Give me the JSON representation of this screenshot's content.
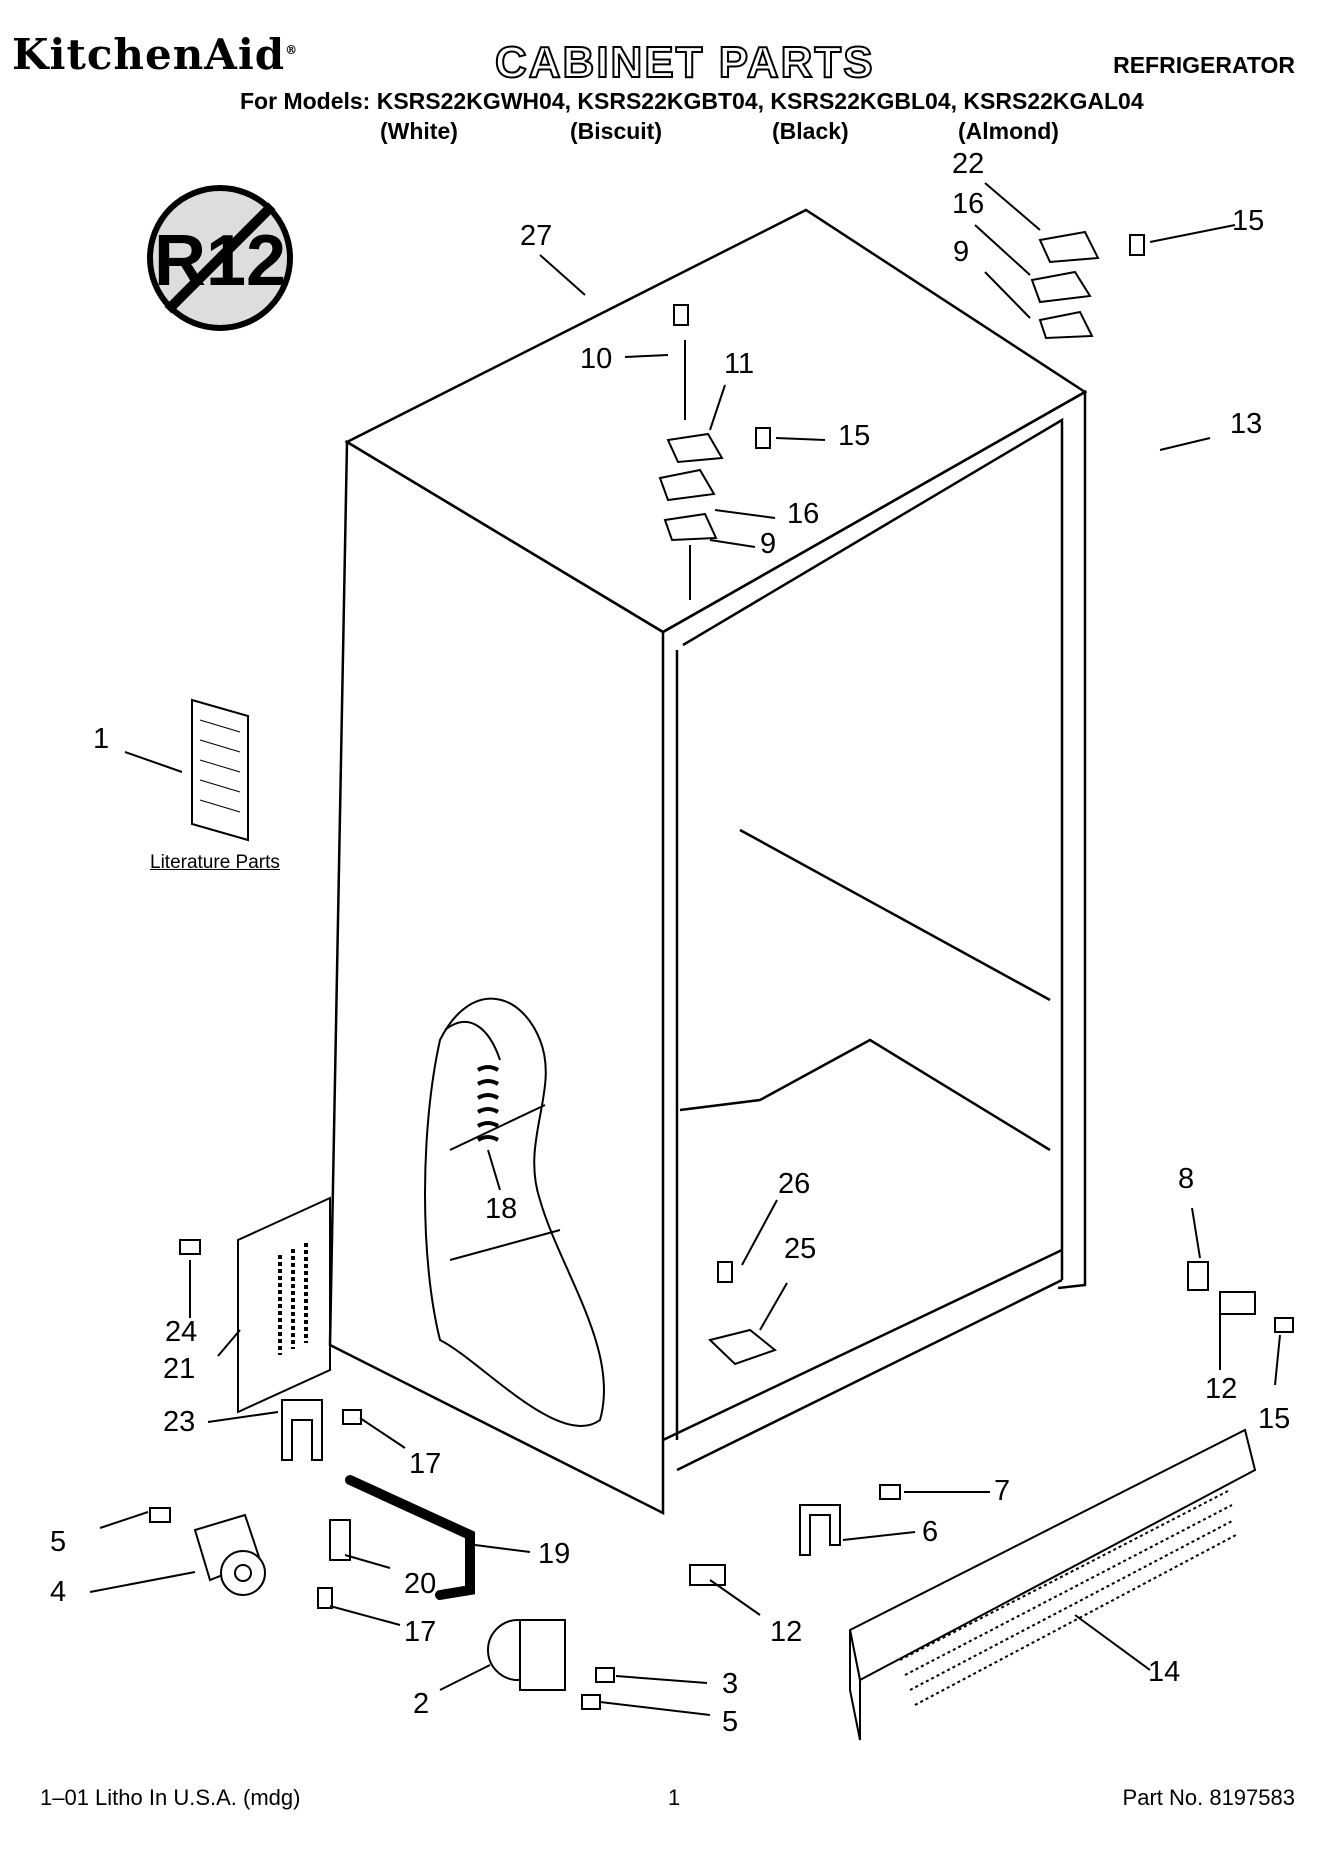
{
  "header": {
    "brand": "KitchenAid",
    "title": "CABINET PARTS",
    "appliance": "REFRIGERATOR",
    "models_line": "For Models: KSRS22KGWH04, KSRS22KGBT04, KSRS22KGBL04, KSRS22KGAL04",
    "colors": [
      "(White)",
      "(Biscuit)",
      "(Black)",
      "(Almond)"
    ]
  },
  "badge": {
    "text": "R12"
  },
  "literature_label": "Literature Parts",
  "callouts": [
    "27",
    "22",
    "16",
    "15",
    "9",
    "10",
    "11",
    "15",
    "16",
    "9",
    "13",
    "1",
    "18",
    "26",
    "25",
    "8",
    "24",
    "21",
    "23",
    "17",
    "12",
    "15",
    "7",
    "6",
    "5",
    "4",
    "19",
    "20",
    "17",
    "12",
    "2",
    "3",
    "5",
    "14"
  ],
  "footer": {
    "left": "1–01 Litho In U.S.A. (mdg)",
    "center": "1",
    "right": "Part No. 8197583"
  }
}
